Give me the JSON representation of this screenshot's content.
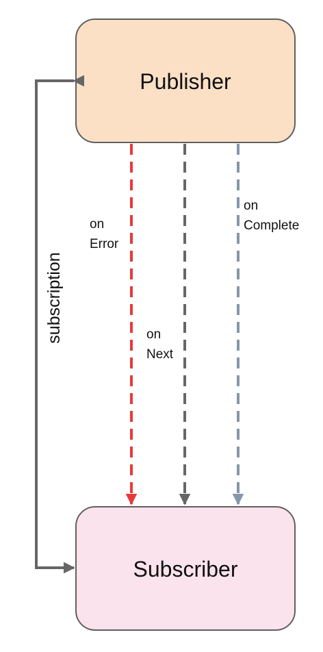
{
  "nodes": {
    "publisher": {
      "label": "Publisher",
      "fill": "#fbe0c6",
      "stroke": "#5f5f5f"
    },
    "subscriber": {
      "label": "Subscriber",
      "fill": "#fae3ec",
      "stroke": "#5f5f5f"
    }
  },
  "edges": {
    "on_error": {
      "line1": "on",
      "line2": "Error",
      "color": "#e83a3a"
    },
    "on_next": {
      "line1": "on",
      "line2": "Next",
      "color": "#666666"
    },
    "on_complete": {
      "line1": "on",
      "line2": "Complete",
      "color": "#8796a8"
    },
    "subscription": {
      "label": "subscription",
      "color": "#666666"
    }
  }
}
